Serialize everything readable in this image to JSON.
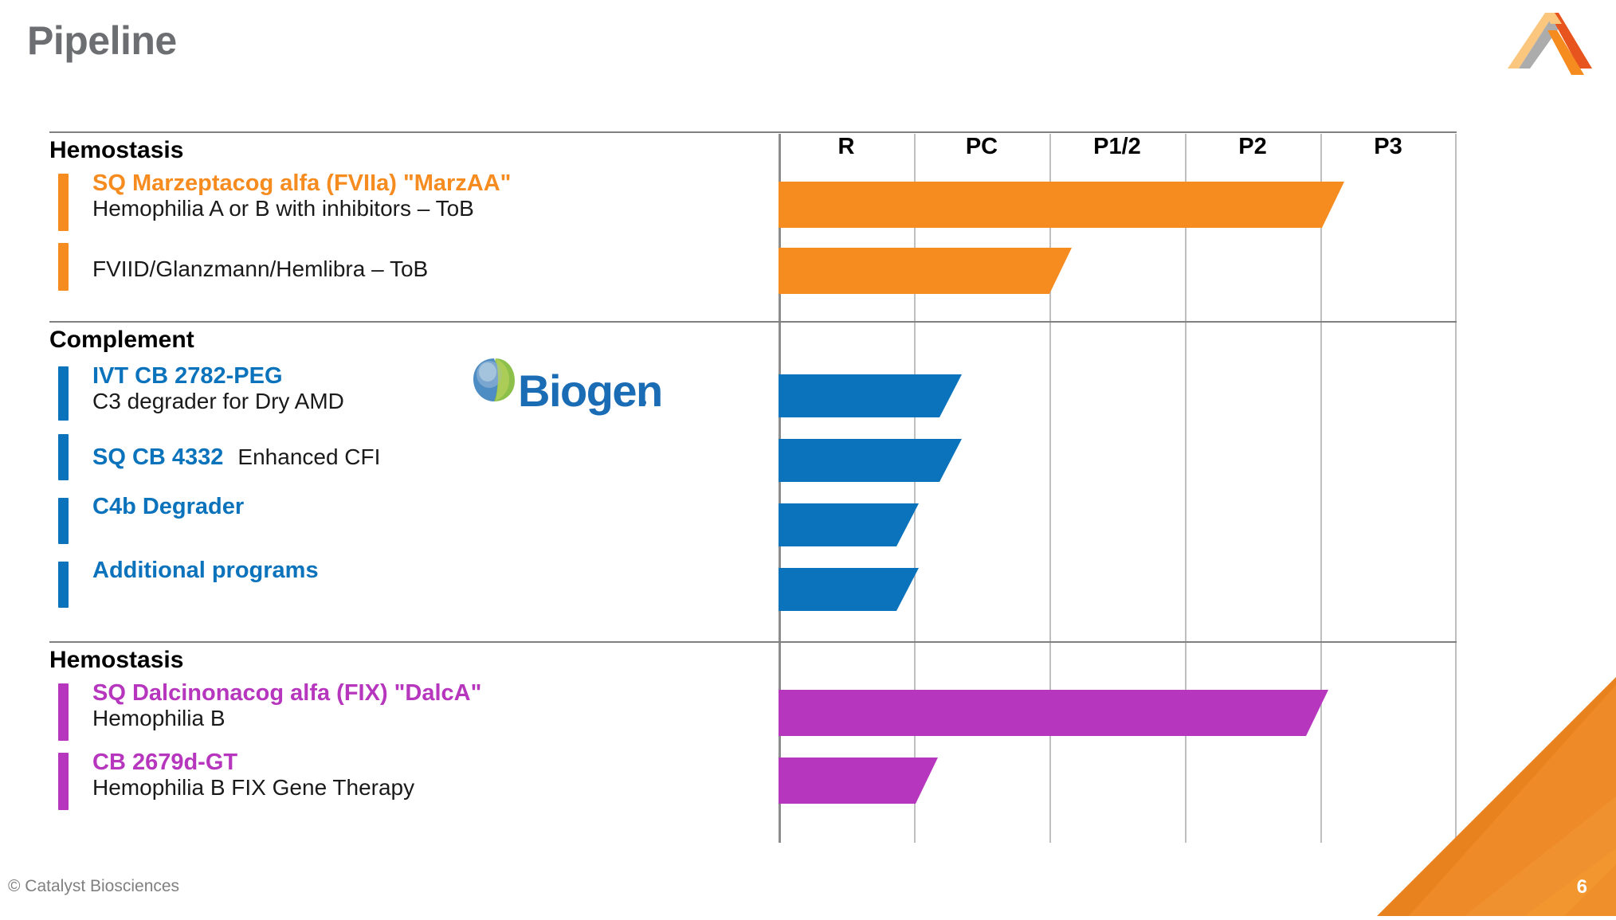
{
  "slide": {
    "title": "Pipeline",
    "footer_copyright": "© Catalyst Biosciences",
    "page_number": "6",
    "title_color": "#6d6e71"
  },
  "colors": {
    "hemostasis_orange": "#F68B1F",
    "complement_blue": "#0B72BC",
    "gene_magenta": "#B636BD",
    "gridline": "#bfbfbf",
    "axis": "#8d8d8d",
    "section_divider": "#808080",
    "biogen_blue": "#1a6cb5",
    "biogen_green": "#8cc04a"
  },
  "chart_data": {
    "type": "bar",
    "title": "Pipeline",
    "orientation": "horizontal",
    "xlabel": "",
    "ylabel": "",
    "categories": [
      "R",
      "PC",
      "P1/2",
      "P2",
      "P3"
    ],
    "axis_ticks": [
      "R",
      "PC",
      "P1/2",
      "P2",
      "P3"
    ],
    "grid": true,
    "legend": "none",
    "series": [
      {
        "name": "SQ Marzeptacog alfa (FVIIa) \"MarzAA\"",
        "group": "Hemostasis",
        "color": "#F68B1F",
        "stage_reached": "P3",
        "value": 4.2
      },
      {
        "name": "FVIID/Glanzmann/Hemlibra – ToB",
        "group": "Hemostasis",
        "color": "#F68B1F",
        "stage_reached": "P1/2",
        "value": 2.2
      },
      {
        "name": "IVT CB 2782-PEG",
        "group": "Complement",
        "color": "#0B72BC",
        "stage_reached": "PC",
        "value": 1.35
      },
      {
        "name": "SQ CB 4332",
        "group": "Complement",
        "color": "#0B72BC",
        "stage_reached": "PC",
        "value": 1.35
      },
      {
        "name": "C4b Degrader",
        "group": "Complement",
        "color": "#0B72BC",
        "stage_reached": "R",
        "value": 1.0
      },
      {
        "name": "Additional programs",
        "group": "Complement",
        "color": "#0B72BC",
        "stage_reached": "R",
        "value": 1.0
      },
      {
        "name": "SQ Dalcinonacog alfa (FIX) \"DalcA\"",
        "group": "Hemostasis",
        "color": "#B636BD",
        "stage_reached": "P3",
        "value": 4.05
      },
      {
        "name": "CB 2679d-GT",
        "group": "Hemostasis",
        "color": "#B636BD",
        "stage_reached": "PC",
        "value": 1.2
      }
    ]
  },
  "sections": [
    {
      "heading": "Hemostasis",
      "accent": "#F68B1F",
      "programs": [
        {
          "name": "SQ Marzeptacog alfa (FVIIa) \"MarzAA\"",
          "name_color": "#F68B1F",
          "sub": "Hemophilia A or B with inhibitors – ToB",
          "inline": ""
        },
        {
          "name": "",
          "name_color": "#F68B1F",
          "sub": "FVIID/Glanzmann/Hemlibra – ToB",
          "inline": ""
        }
      ]
    },
    {
      "heading": "Complement",
      "accent": "#0B72BC",
      "partner_logo": "Biogen",
      "programs": [
        {
          "name": "IVT CB 2782-PEG",
          "name_color": "#0B72BC",
          "sub": "C3 degrader for Dry AMD",
          "inline": ""
        },
        {
          "name": "SQ CB 4332",
          "name_color": "#0B72BC",
          "sub": "",
          "inline": "Enhanced CFI"
        },
        {
          "name": "C4b Degrader",
          "name_color": "#0B72BC",
          "sub": "",
          "inline": ""
        },
        {
          "name": "Additional programs",
          "name_color": "#0B72BC",
          "sub": "",
          "inline": ""
        }
      ]
    },
    {
      "heading": "Hemostasis",
      "accent": "#B636BD",
      "programs": [
        {
          "name": "SQ Dalcinonacog alfa (FIX) \"DalcA\"",
          "name_color": "#B636BD",
          "sub": "Hemophilia B",
          "inline": ""
        },
        {
          "name": "CB 2679d-GT",
          "name_color": "#B636BD",
          "sub": "Hemophilia B FIX Gene Therapy",
          "inline": ""
        }
      ]
    }
  ],
  "partner": {
    "biogen_name": "Biogen"
  }
}
